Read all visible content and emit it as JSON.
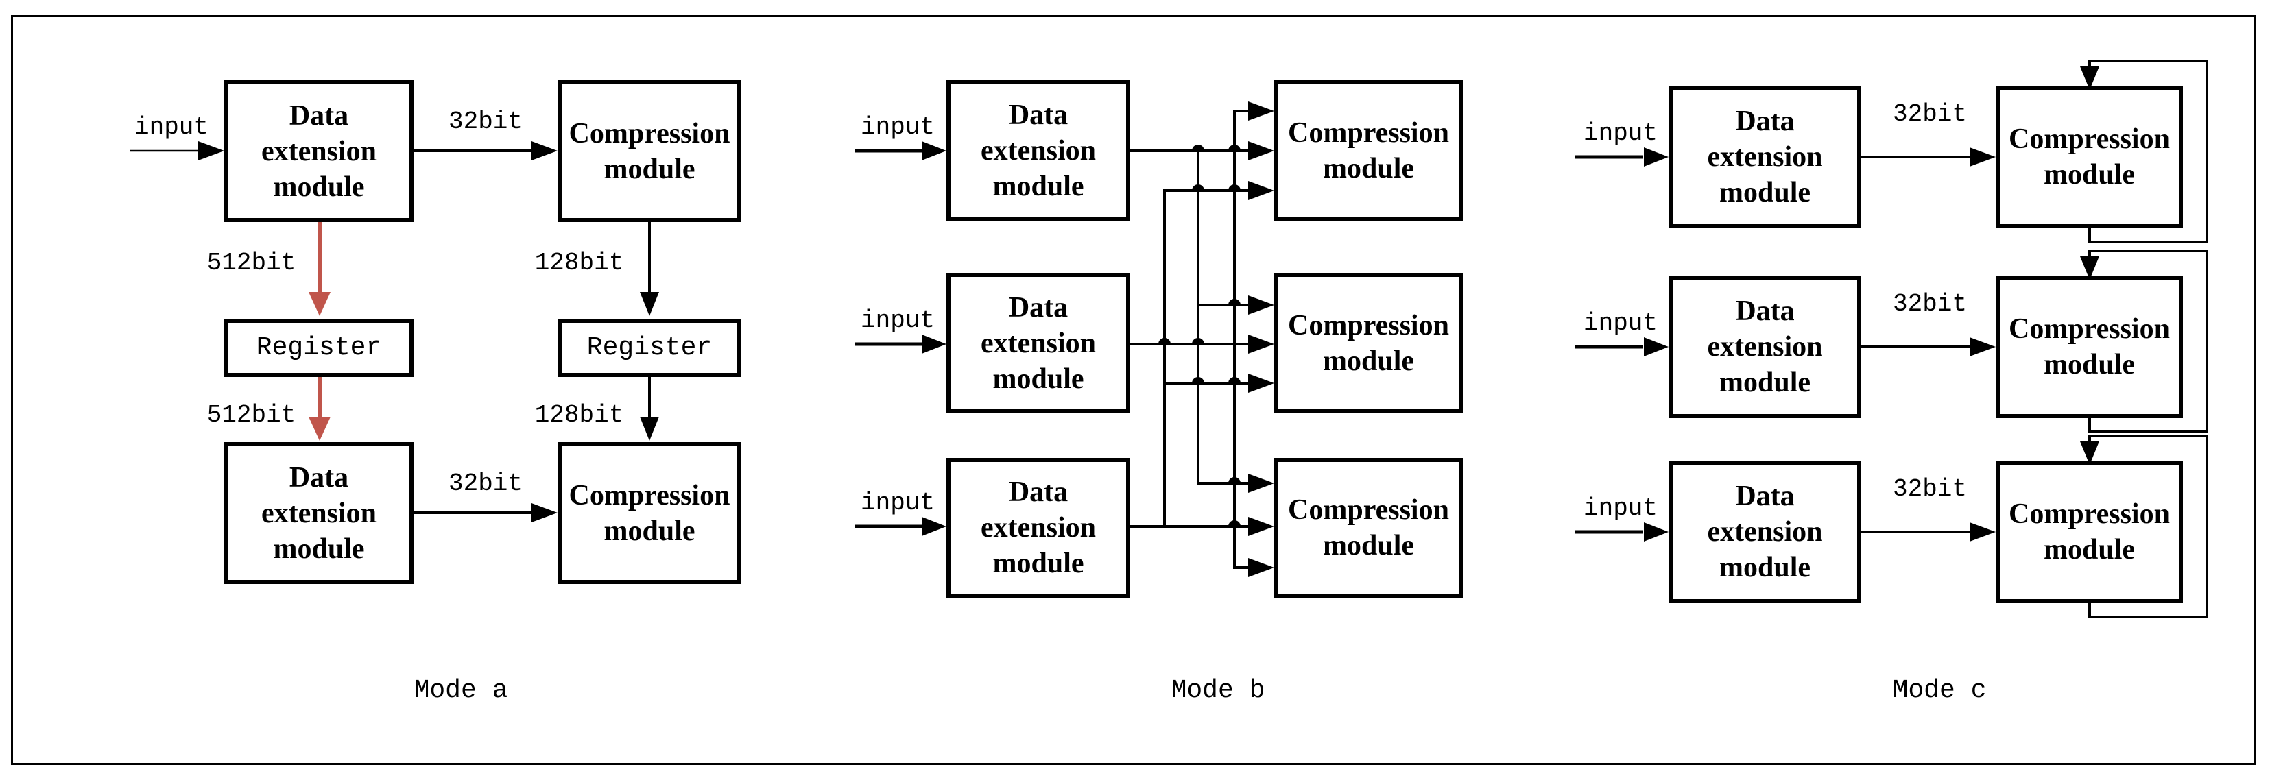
{
  "figure": {
    "background": "#ffffff",
    "border_color": "#000000",
    "modes": {
      "a": {
        "caption": "Mode a"
      },
      "b": {
        "caption": "Mode b"
      },
      "c": {
        "caption": "Mode c"
      }
    },
    "box_labels": {
      "data_extension": [
        "Data",
        "extension",
        "module"
      ],
      "compression": [
        "Compression",
        "module"
      ],
      "register": "Register"
    },
    "edge_labels": {
      "input": "input",
      "bit32": "32bit",
      "bit128": "128bit",
      "bit512": "512bit"
    },
    "colors": {
      "line": "#000000",
      "highlight_arrow": "#c0554b"
    }
  }
}
